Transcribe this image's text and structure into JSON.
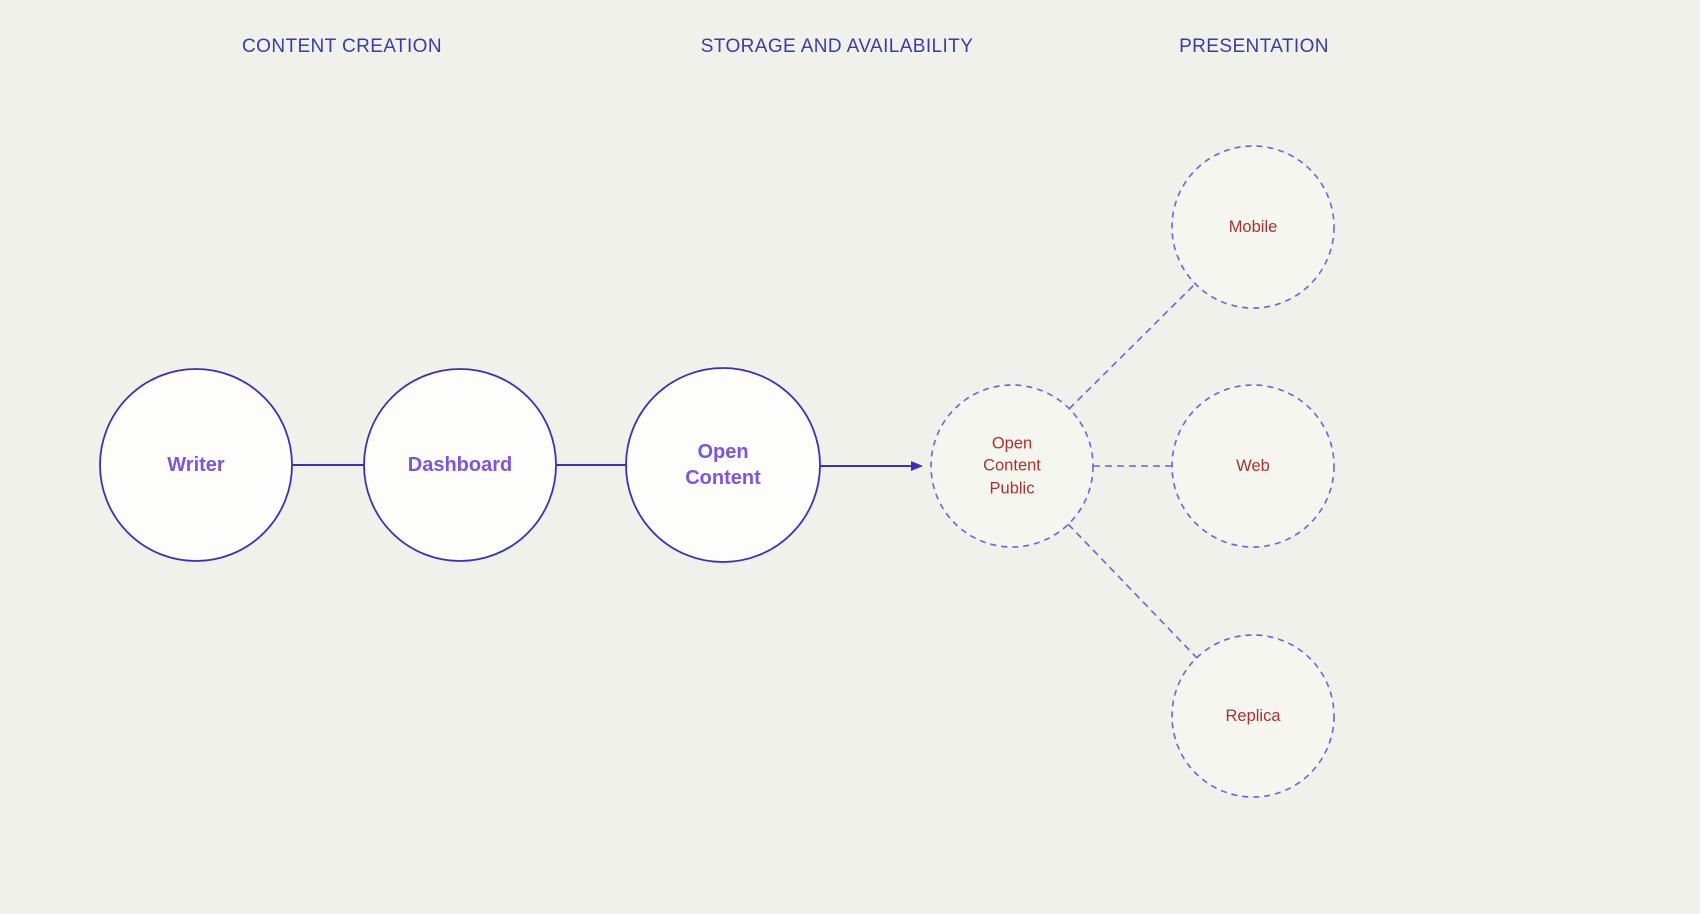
{
  "page": {
    "background": "#f1f1eb"
  },
  "diagram": {
    "sections": [
      {
        "label": "CONTENT CREATION"
      },
      {
        "label": "STORAGE AND AVAILABILITY"
      },
      {
        "label": "PRESENTATION"
      }
    ],
    "nodes": [
      {
        "id": "writer",
        "label": "Writer",
        "section": "CONTENT CREATION",
        "style": "solid"
      },
      {
        "id": "dashboard",
        "label": "Dashboard",
        "section": "CONTENT CREATION",
        "style": "solid"
      },
      {
        "id": "open-content",
        "label": "Open Content",
        "section": "STORAGE AND AVAILABILITY",
        "style": "solid"
      },
      {
        "id": "open-content-public",
        "label": "Open Content Public",
        "section": "STORAGE AND AVAILABILITY",
        "style": "dashed"
      },
      {
        "id": "mobile",
        "label": "Mobile",
        "section": "PRESENTATION",
        "style": "dashed"
      },
      {
        "id": "web",
        "label": "Web",
        "section": "PRESENTATION",
        "style": "dashed"
      },
      {
        "id": "replica",
        "label": "Replica",
        "section": "PRESENTATION",
        "style": "dashed"
      }
    ],
    "edges": [
      {
        "from": "writer",
        "to": "dashboard",
        "style": "solid",
        "arrow": false
      },
      {
        "from": "dashboard",
        "to": "open-content",
        "style": "solid",
        "arrow": false
      },
      {
        "from": "open-content",
        "to": "open-content-public",
        "style": "solid",
        "arrow": true
      },
      {
        "from": "open-content-public",
        "to": "mobile",
        "style": "dashed",
        "arrow": false
      },
      {
        "from": "open-content-public",
        "to": "web",
        "style": "dashed",
        "arrow": false
      },
      {
        "from": "open-content-public",
        "to": "replica",
        "style": "dashed",
        "arrow": false
      }
    ],
    "colors": {
      "header_text": "#3a3aad",
      "solid_node_border": "#3d2ec0",
      "solid_node_label": "#7d55e0",
      "dashed_node_border": "#6f5fe8",
      "dashed_node_label": "#a93232",
      "background": "#f1f1eb"
    }
  }
}
